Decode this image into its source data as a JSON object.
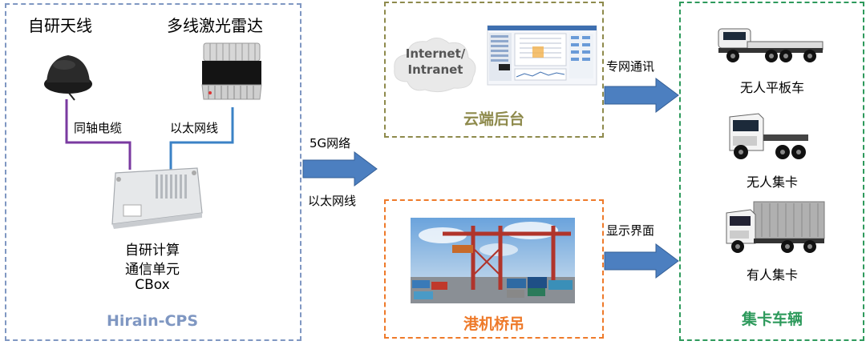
{
  "hirain_cps": {
    "title": "Hirain-CPS",
    "antenna_label": "自研天线",
    "lidar_label": "多线激光雷达",
    "coax_label": "同轴电缆",
    "ethernet_label": "以太网线",
    "cbox_line1": "自研计算",
    "cbox_line2": "通信单元",
    "cbox_line3": "CBox"
  },
  "links": {
    "network_5g": "5G网络",
    "ethernet": "以太网线",
    "private_comm": "专网通讯",
    "display_ui": "显示界面"
  },
  "cloud": {
    "title": "云端后台",
    "bubble_line1": "Internet/",
    "bubble_line2": "Intranet"
  },
  "crane": {
    "title": "港机桥吊"
  },
  "trucks": {
    "title": "集卡车辆",
    "flatbed": "无人平板车",
    "unmanned": "无人集卡",
    "manned": "有人集卡"
  },
  "colors": {
    "blue_box": "#7f97c2",
    "olive_box": "#8e8a4c",
    "orange_box": "#ee7a2a",
    "green_box": "#2e9a5c",
    "arrow": "#4c7fc0",
    "coax": "#7a3aa0",
    "ethernet": "#3b82c6"
  }
}
